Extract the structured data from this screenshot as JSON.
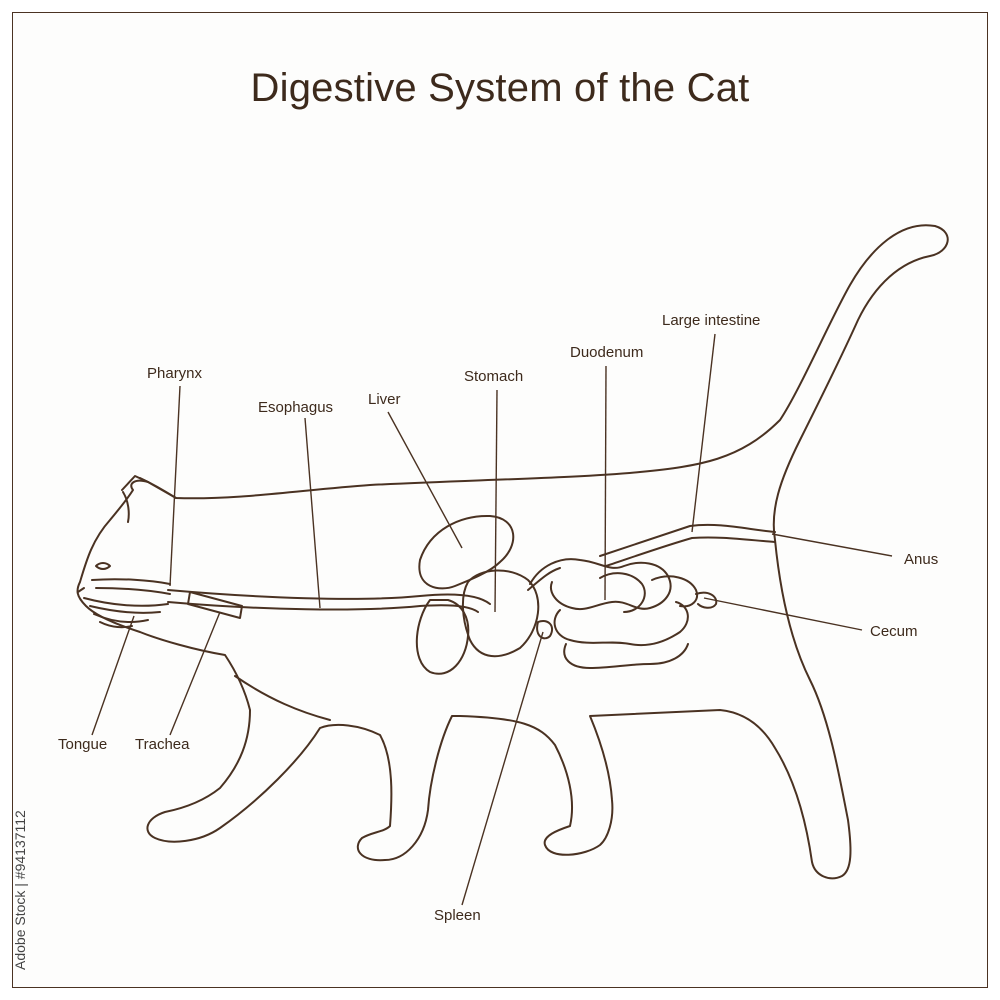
{
  "title": "Digestive System of the Cat",
  "colors": {
    "line": "#4a3222",
    "text": "#3d2a1c",
    "background": "#fdfdfc"
  },
  "labels": {
    "pharynx": "Pharynx",
    "esophagus": "Esophagus",
    "liver": "Liver",
    "stomach": "Stomach",
    "duodenum": "Duodenum",
    "large_intestine": "Large intestine",
    "anus": "Anus",
    "cecum": "Cecum",
    "tongue": "Tongue",
    "trachea": "Trachea",
    "spleen": "Spleen"
  },
  "stock_id": "Adobe Stock | #94137112"
}
